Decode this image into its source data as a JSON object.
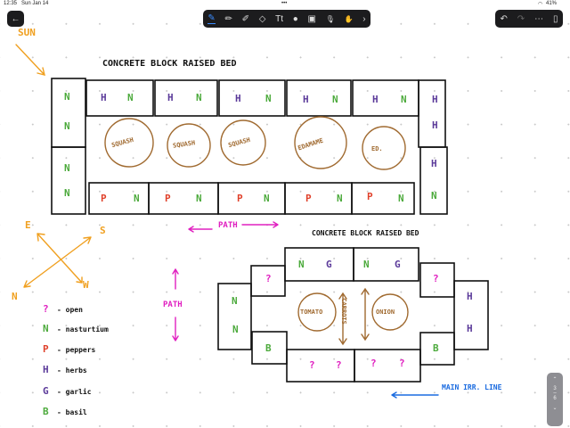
{
  "status": {
    "time": "12:35",
    "date": "Sun Jan 14",
    "battery": "41%"
  },
  "toolbar": {
    "back": "←",
    "tools": [
      "pen-icon",
      "pencil-icon",
      "marker-icon",
      "eraser-icon",
      "text-icon",
      "lasso-icon",
      "image-icon",
      "mic-icon",
      "hand-icon",
      "chevron-right-icon"
    ],
    "glyphs": {
      "pen": "✎",
      "pencil": "✏",
      "marker": "✐",
      "eraser": "◇",
      "text": "Tt",
      "lasso": "●",
      "image": "▣",
      "mic": "🎙",
      "hand": "✋",
      "more": "›"
    },
    "right": {
      "undo": "↶",
      "redo": "↷",
      "more": "⋯",
      "pages": "▯"
    }
  },
  "colors": {
    "nasturtium": "#4caa3c",
    "herbs": "#5b3a9a",
    "peppers": "#e0402a",
    "open": "#e020c0",
    "compass": "#f0a020",
    "plants": "#a06a30",
    "irrigation": "#1a6be0"
  },
  "note": {
    "sun": "SUN",
    "bed1": {
      "title": "CONCRETE BLOCK RAISED BED",
      "left": [
        "N",
        "N",
        "N",
        "N"
      ],
      "top": [
        [
          "H",
          "N"
        ],
        [
          "H",
          "N"
        ],
        [
          "H",
          "N"
        ],
        [
          "H",
          "N"
        ],
        [
          "H",
          "N"
        ]
      ],
      "right": [
        "H",
        "H",
        "H",
        "N"
      ],
      "bottom": [
        [
          "P",
          "N"
        ],
        [
          "P",
          "N"
        ],
        [
          "P",
          "N"
        ],
        [
          "P",
          "N"
        ],
        [
          "P",
          "N"
        ]
      ],
      "circles": [
        "SQUASH",
        "SQUASH",
        "SQUASH",
        "EDAMAME",
        "ED."
      ]
    },
    "path_h": "PATH",
    "path_v": "PATH",
    "compass": {
      "e": "E",
      "s": "S",
      "n": "N",
      "w": "W"
    },
    "legend": [
      {
        "k": "?",
        "v": "- open"
      },
      {
        "k": "N",
        "v": "- nasturtium"
      },
      {
        "k": "P",
        "v": "- peppers"
      },
      {
        "k": "H",
        "v": "- herbs"
      },
      {
        "k": "G",
        "v": "- garlic"
      },
      {
        "k": "B",
        "v": "- basil"
      }
    ],
    "bed2": {
      "title": "CONCRETE BLOCK RAISED BED",
      "top": [
        [
          "N",
          "G"
        ],
        [
          "N",
          "G"
        ]
      ],
      "left": [
        "N",
        "N"
      ],
      "right": [
        "H",
        "H"
      ],
      "corner_top": [
        "?",
        "?"
      ],
      "corner_bottom": [
        "B",
        "B"
      ],
      "bottom": [
        [
          "?",
          "?"
        ],
        [
          "?",
          "?"
        ]
      ],
      "tomato": "TOMATO",
      "onion": "ONION",
      "carrots": "CARROTS"
    },
    "irrigation": "MAIN IRR. LINE"
  },
  "pager": {
    "current": "3",
    "total": "6"
  }
}
